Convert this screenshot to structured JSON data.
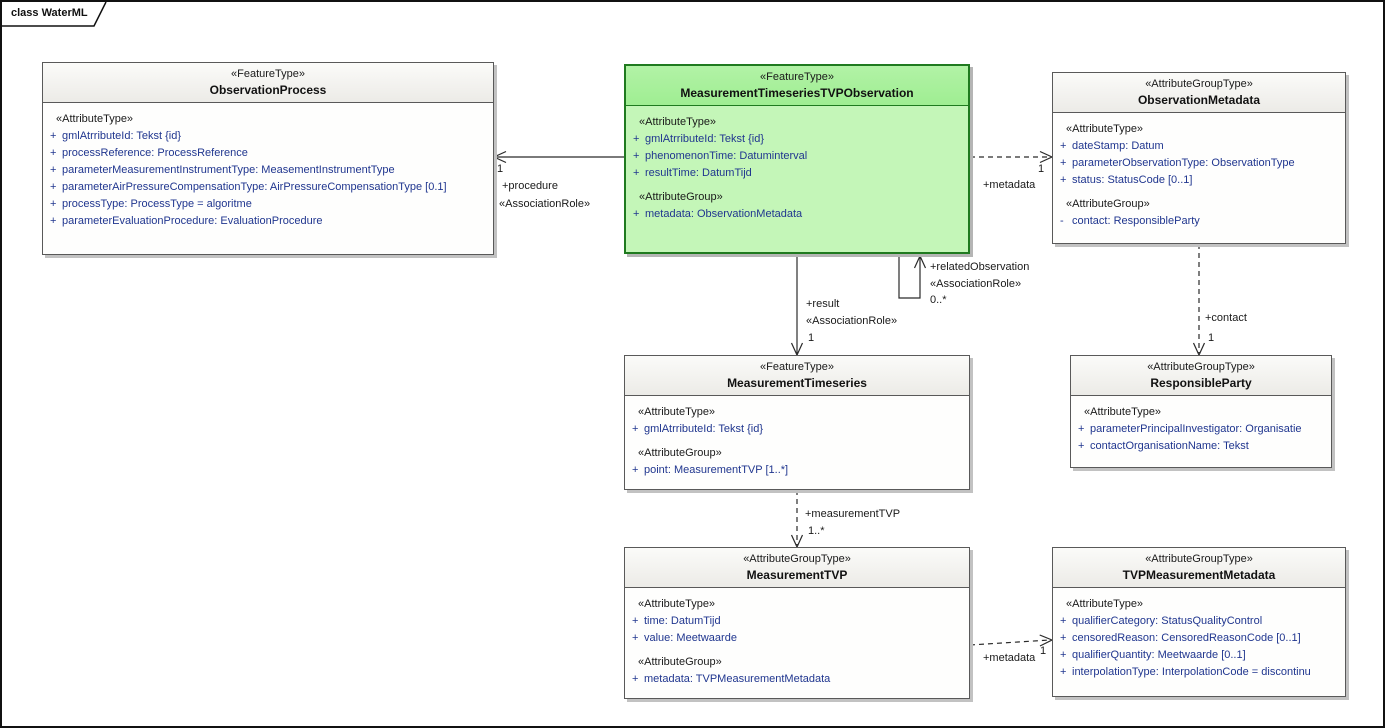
{
  "diagram": {
    "frame_label": "class WaterML"
  },
  "colors": {
    "highlight_fill": "#c4f6b8",
    "highlight_border": "#1f7a1f",
    "attribute_text": "#20368f",
    "box_border": "#595959",
    "connector": "#2a2a2a",
    "shadow": "#c2c2c2"
  },
  "classes": {
    "observation_process": {
      "stereotype": "«FeatureType»",
      "name": "ObservationProcess",
      "rows": [
        {
          "kind": "sec",
          "text": "«AttributeType»"
        },
        {
          "pre": "+",
          "text": "gmlAtrributeId: Tekst {id}"
        },
        {
          "pre": "+",
          "text": "processReference: ProcessReference"
        },
        {
          "pre": "+",
          "text": "parameterMeasurementInstrumentType: MeasementInstrumentType"
        },
        {
          "pre": "+",
          "text": "parameterAirPressureCompensationType: AirPressureCompensationType [0.1]"
        },
        {
          "pre": "+",
          "text": "processType: ProcessType = algoritme"
        },
        {
          "pre": "+",
          "text": "parameterEvaluationProcedure: EvaluationProcedure"
        }
      ]
    },
    "tvp_observation": {
      "stereotype": "«FeatureType»",
      "name": "MeasurementTimeseriesTVPObservation",
      "rows": [
        {
          "kind": "sec",
          "text": "«AttributeType»"
        },
        {
          "pre": "+",
          "text": "gmlAtrributeId: Tekst {id}"
        },
        {
          "pre": "+",
          "text": "phenomenonTime: Datuminterval"
        },
        {
          "pre": "+",
          "text": "resultTime: DatumTijd"
        },
        {
          "kind": "sec",
          "text": "«AttributeGroup»"
        },
        {
          "pre": "+",
          "text": "metadata: ObservationMetadata"
        }
      ]
    },
    "observation_metadata": {
      "stereotype": "«AttributeGroupType»",
      "name": "ObservationMetadata",
      "rows": [
        {
          "kind": "sec",
          "text": "«AttributeType»"
        },
        {
          "pre": "+",
          "text": "dateStamp: Datum"
        },
        {
          "pre": "+",
          "text": "parameterObservationType: ObservationType"
        },
        {
          "pre": "+",
          "text": "status: StatusCode [0..1]"
        },
        {
          "kind": "sec",
          "text": "«AttributeGroup»"
        },
        {
          "pre": "-",
          "text": "contact: ResponsibleParty"
        }
      ]
    },
    "measurement_timeseries": {
      "stereotype": "«FeatureType»",
      "name": "MeasurementTimeseries",
      "rows": [
        {
          "kind": "sec",
          "text": "«AttributeType»"
        },
        {
          "pre": "+",
          "text": "gmlAtrributeId: Tekst {id}"
        },
        {
          "kind": "sec",
          "text": "«AttributeGroup»"
        },
        {
          "pre": "+",
          "text": "point: MeasurementTVP [1..*]"
        }
      ]
    },
    "responsible_party": {
      "stereotype": "«AttributeGroupType»",
      "name": "ResponsibleParty",
      "rows": [
        {
          "kind": "sec",
          "text": "«AttributeType»"
        },
        {
          "pre": "+",
          "text": "parameterPrincipalInvestigator: Organisatie"
        },
        {
          "pre": "+",
          "text": "contactOrganisationName: Tekst"
        }
      ]
    },
    "measurement_tvp": {
      "stereotype": "«AttributeGroupType»",
      "name": "MeasurementTVP",
      "rows": [
        {
          "kind": "sec",
          "text": "«AttributeType»"
        },
        {
          "pre": "+",
          "text": "time: DatumTijd"
        },
        {
          "pre": "+",
          "text": "value: Meetwaarde"
        },
        {
          "kind": "sec",
          "text": "«AttributeGroup»"
        },
        {
          "pre": "+",
          "text": "metadata: TVPMeasurementMetadata"
        }
      ]
    },
    "tvp_measurement_metadata": {
      "stereotype": "«AttributeGroupType»",
      "name": "TVPMeasurementMetadata",
      "rows": [
        {
          "kind": "sec",
          "text": "«AttributeType»"
        },
        {
          "pre": "+",
          "text": "qualifierCategory: StatusQualityControl"
        },
        {
          "pre": "+",
          "text": "censoredReason: CensoredReasonCode [0..1]"
        },
        {
          "pre": "+",
          "text": "qualifierQuantity: Meetwaarde [0..1]"
        },
        {
          "pre": "+",
          "text": "interpolationType: InterpolationCode = discontinu"
        }
      ]
    }
  },
  "connectors": {
    "procedure": {
      "mult": "1",
      "role": "+procedure",
      "stereotype": "«AssociationRole»"
    },
    "metadata_top": {
      "mult": "1",
      "role": "+metadata"
    },
    "related_observation": {
      "role": "+relatedObservation",
      "stereotype": "«AssociationRole»",
      "mult": "0..*"
    },
    "result": {
      "role": "+result",
      "stereotype": "«AssociationRole»",
      "mult": "1"
    },
    "contact": {
      "role": "+contact",
      "mult": "1"
    },
    "measurement_tvp": {
      "role": "+measurementTVP",
      "mult": "1..*"
    },
    "metadata_bottom": {
      "mult": "1",
      "role": "+metadata"
    }
  }
}
